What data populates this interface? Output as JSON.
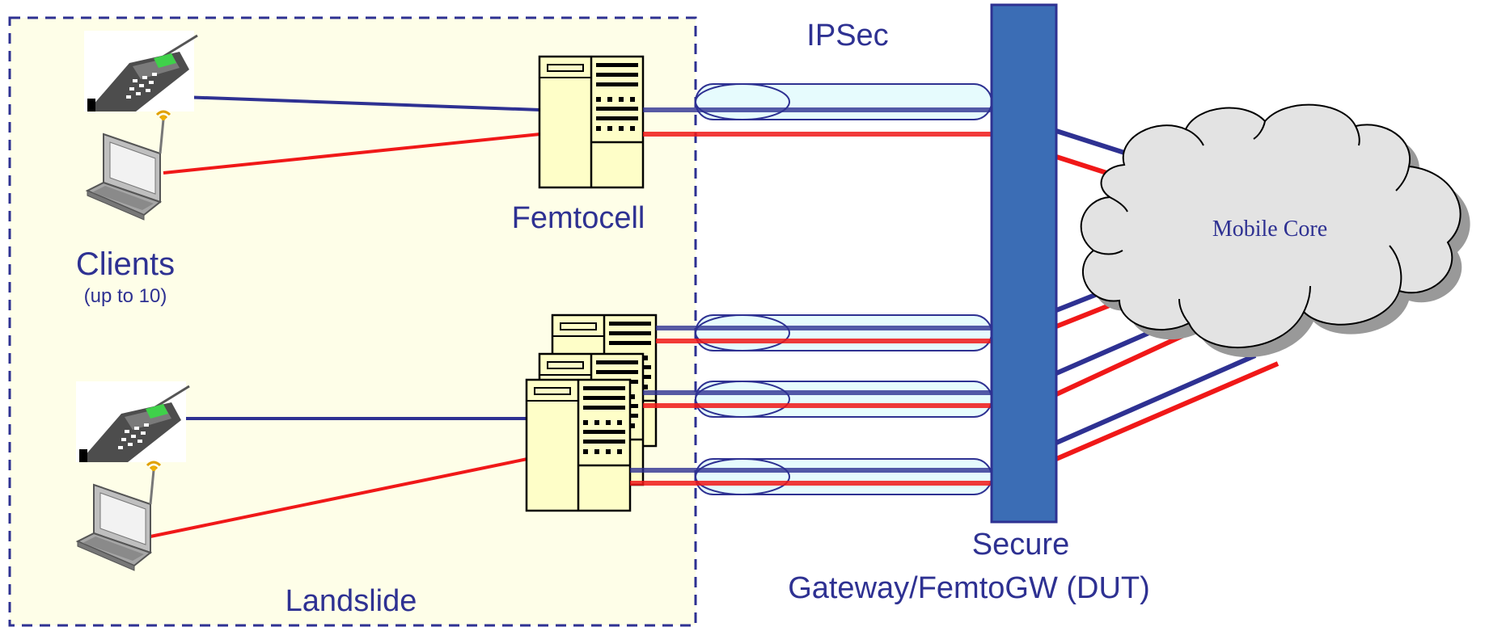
{
  "labels": {
    "ipsec": "IPSec",
    "femtocell": "Femtocell",
    "clients": "Clients",
    "clients_note": "(up to 10)",
    "landslide": "Landslide",
    "gateway_line1": "Secure",
    "gateway_line2": "Gateway/FemtoGW (DUT)",
    "mobile_core": "Mobile Core"
  },
  "colors": {
    "label_text": "#2e3192",
    "landslide_fill": "#fefee8",
    "border_dash": "#2e3192",
    "gateway_fill": "#3b6db5",
    "blue_link": "#2e3192",
    "red_link": "#f01818",
    "tunnel_fill": "#e6fbfd",
    "cloud_fill": "#e3e3e3",
    "cloud_shadow": "#999999",
    "femtocell_fill": "#fefec8"
  },
  "icons": [
    "mobile-phone-icon",
    "laptop-icon",
    "femtocell-icon",
    "cloud-icon"
  ]
}
